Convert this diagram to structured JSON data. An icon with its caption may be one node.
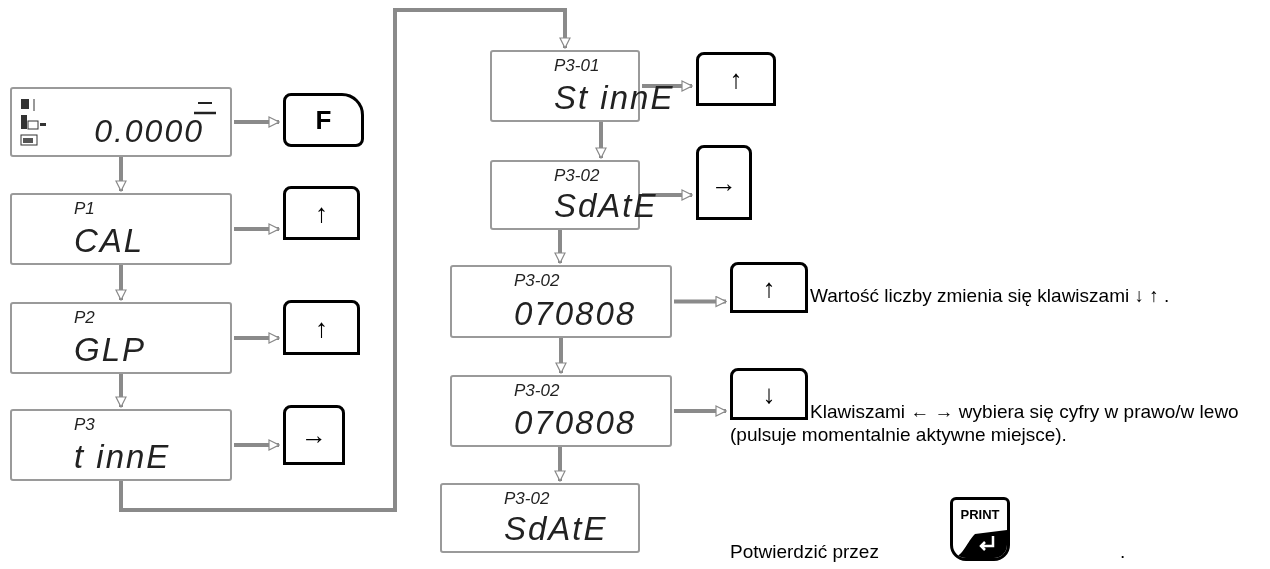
{
  "diagram": {
    "nodes": [
      {
        "text": [
          "0.0000"
        ]
      },
      {
        "text": [
          "F"
        ]
      },
      {
        "text": [
          "P1",
          "CAL"
        ]
      },
      {
        "text": [
          "↑"
        ]
      },
      {
        "text": [
          "P2",
          "GLP"
        ]
      },
      {
        "text": [
          "↑"
        ]
      },
      {
        "text": [
          "P3",
          "t innE"
        ]
      },
      {
        "text": [
          "→"
        ]
      },
      {
        "text": [
          "P3-01",
          "St innE"
        ]
      },
      {
        "text": [
          "↑"
        ]
      },
      {
        "text": [
          "P3-02",
          "SdAtE"
        ]
      },
      {
        "text": [
          "→"
        ]
      },
      {
        "text": [
          "P3-02",
          "070808"
        ]
      },
      {
        "text": [
          "↑"
        ]
      },
      {
        "text": [
          "P3-02",
          "070808"
        ]
      },
      {
        "text": [
          "↓"
        ]
      },
      {
        "text": [
          "P3-02",
          "SdAtE"
        ]
      },
      {
        "text": [
          "PRINT"
        ]
      }
    ],
    "edges": [
      {
        "from": 0,
        "to": 1,
        "arrow": "to"
      },
      {
        "from": 0,
        "to": 2,
        "arrow": "to"
      },
      {
        "from": 2,
        "to": 3,
        "arrow": "to"
      },
      {
        "from": 2,
        "to": 4,
        "arrow": "to"
      },
      {
        "from": 4,
        "to": 5,
        "arrow": "to"
      },
      {
        "from": 4,
        "to": 6,
        "arrow": "to"
      },
      {
        "from": 6,
        "to": 7,
        "arrow": "to"
      },
      {
        "from": 6,
        "to": 8,
        "arrow": "to"
      },
      {
        "from": 8,
        "to": 9,
        "arrow": "to"
      },
      {
        "from": 8,
        "to": 10,
        "arrow": "to"
      },
      {
        "from": 10,
        "to": 11,
        "arrow": "to"
      },
      {
        "from": 10,
        "to": 12,
        "arrow": "to"
      },
      {
        "from": 12,
        "to": 13,
        "arrow": "to"
      },
      {
        "from": 12,
        "to": 14,
        "arrow": "to"
      },
      {
        "from": 14,
        "to": 15,
        "arrow": "to"
      },
      {
        "from": 14,
        "to": 16,
        "arrow": "to"
      }
    ],
    "labels": [
      "Wartość liczby zmienia się klawiszami **↓ ↑** .",
      "Klawiszami **← →** wybiera się cyfry w prawo/w lewo (pulsuje momentalnie aktywne miejsce).",
      "Potwierdzić przez",
      "."
    ]
  }
}
